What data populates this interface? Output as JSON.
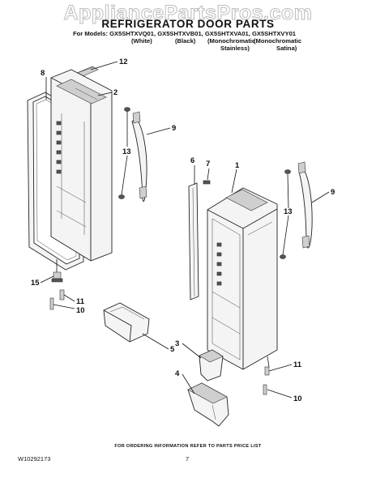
{
  "watermark": "AppliancePartsPros.com",
  "header": {
    "title": "REFRIGERATOR DOOR PARTS",
    "models_line": "For Models: GX5SHTXVQ01, GX5SHTXVB01, GX5SHTXVA01, GX5SHTXVY01",
    "variants": [
      {
        "line1": "(White)",
        "line2": ""
      },
      {
        "line1": "(Black)",
        "line2": ""
      },
      {
        "line1": "(Monochromatic",
        "line2": "Stainless)"
      },
      {
        "line1": "(Monochromatic",
        "line2": "Satina)"
      }
    ]
  },
  "callouts": [
    "12",
    "2",
    "8",
    "9",
    "13",
    "6",
    "7",
    "1",
    "9",
    "13",
    "15",
    "11",
    "10",
    "5",
    "3",
    "4",
    "11",
    "10"
  ],
  "footer": {
    "ordering_note": "FOR ORDERING INFORMATION REFER TO PARTS PRICE LIST",
    "doc_number": "W10292173",
    "page_number": "7"
  }
}
